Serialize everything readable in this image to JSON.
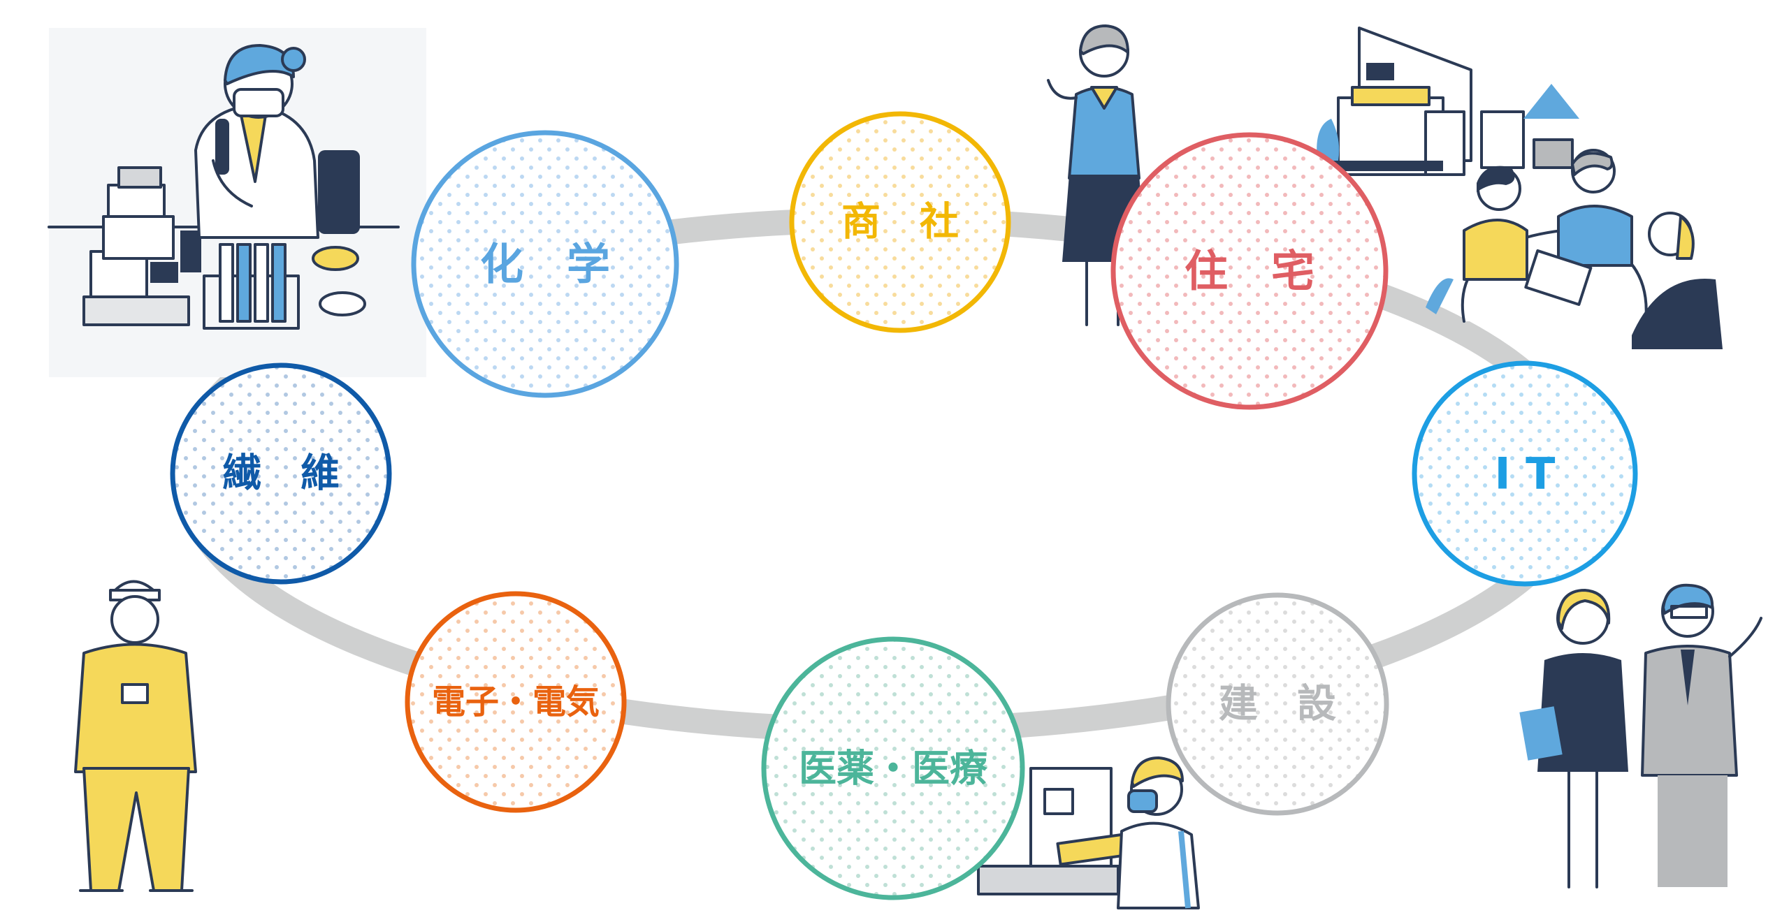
{
  "colors": {
    "track": "#cfd0d0",
    "outline": "#2b3a55",
    "skin": "#ffffff",
    "accent_yellow": "#f5d85a",
    "accent_blue": "#5fa8dd",
    "navy": "#2b3a55",
    "gray": "#b7b9bb"
  },
  "nodes": [
    {
      "id": "chemistry",
      "label": "化　学",
      "color": "#5aa5e0",
      "dot": "#bcd8f2"
    },
    {
      "id": "trading",
      "label": "商　社",
      "color": "#f2b705",
      "dot": "#f8dc9c"
    },
    {
      "id": "housing",
      "label": "住　宅",
      "color": "#df5e63",
      "dot": "#f2b9bb"
    },
    {
      "id": "it",
      "label": "I T",
      "color": "#1d9ee3",
      "dot": "#b4dcf4"
    },
    {
      "id": "construction",
      "label": "建　設",
      "color": "#b7b9bb",
      "dot": "#dcdcdc"
    },
    {
      "id": "medical",
      "label": "医薬・医療",
      "color": "#4cb59a",
      "dot": "#bfe0d6"
    },
    {
      "id": "electronics",
      "label": "電子・電気",
      "color": "#e9620f",
      "dot": "#f6c9a9"
    },
    {
      "id": "textile",
      "label": "繊　維",
      "color": "#0f5aa8",
      "dot": "#b1c8e2"
    }
  ],
  "illustrations": [
    {
      "id": "scientist",
      "icon": "scientist-icon"
    },
    {
      "id": "receptionist",
      "icon": "receptionist-icon"
    },
    {
      "id": "houses",
      "icon": "houses-icon"
    },
    {
      "id": "meeting",
      "icon": "meeting-icon"
    },
    {
      "id": "office-workers",
      "icon": "office-workers-icon"
    },
    {
      "id": "lab-technician",
      "icon": "lab-technician-icon"
    },
    {
      "id": "factory-worker",
      "icon": "factory-worker-icon"
    }
  ]
}
